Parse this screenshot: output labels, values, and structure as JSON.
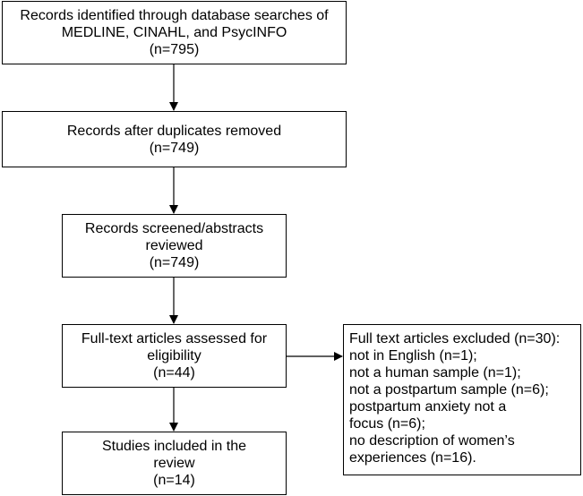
{
  "flowchart": {
    "identified": {
      "lines": [
        "Records identified through database searches of",
        "MEDLINE, CINAHL, and PsycINFO",
        "(n=795)"
      ]
    },
    "duplicates_removed": {
      "lines": [
        "Records after duplicates removed",
        "(n=749)"
      ]
    },
    "screened": {
      "lines": [
        "Records screened/abstracts",
        "reviewed",
        "(n=749)"
      ]
    },
    "full_text_assessed": {
      "lines": [
        "Full-text articles assessed for",
        "eligibility",
        "(n=44)"
      ]
    },
    "included": {
      "lines": [
        "Studies included in the",
        "review",
        "(n=14)"
      ]
    },
    "excluded": {
      "lines": [
        "Full text articles excluded (n=30):",
        "not in English (n=1);",
        "not a human sample (n=1);",
        "not a postpartum sample (n=6);",
        "postpartum anxiety not a",
        "focus (n=6);",
        "no description of women’s",
        "experiences (n=16)."
      ]
    },
    "colors": {
      "stroke": "#000000",
      "background": "#ffffff"
    }
  }
}
